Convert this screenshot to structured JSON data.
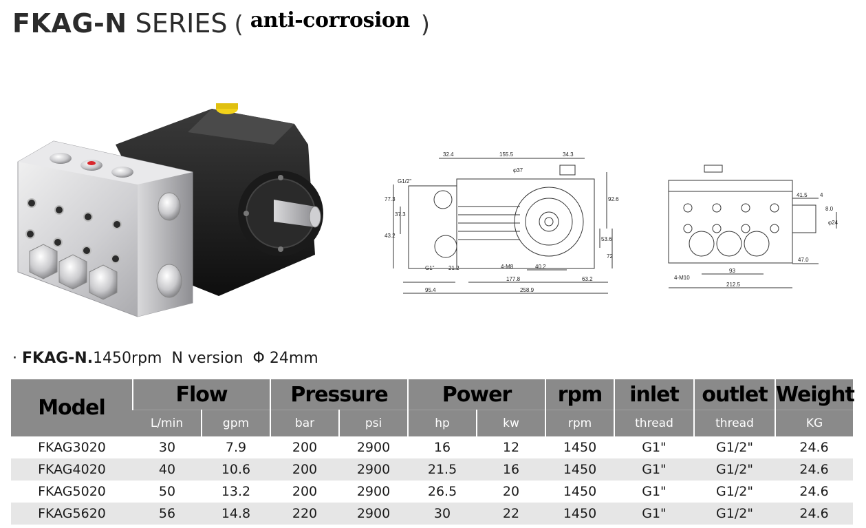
{
  "title": {
    "series_bold": "FKAG-N",
    "series_light": "SERIES",
    "paren_open": "(",
    "variant": "anti-corrosion",
    "paren_close": ")"
  },
  "drawing_side": {
    "dims": [
      "32.4",
      "155.5",
      "34.3",
      "φ37",
      "G1/2\"",
      "77.3",
      "37.3",
      "43.2",
      "92.6",
      "53.6",
      "72",
      "G1\"",
      "21.2",
      "4-M8",
      "40.2",
      "177.8",
      "63.2",
      "95.4",
      "258.9"
    ]
  },
  "drawing_front": {
    "dims": [
      "41.5",
      "4",
      "8.0",
      "φ24",
      "47.0",
      "93",
      "4-M10",
      "212.5"
    ]
  },
  "subheading": {
    "bullet": "·",
    "model": "FKAG-N.",
    "rpm": "1450rpm",
    "version": "N version",
    "shaft": "Φ 24mm"
  },
  "table": {
    "header_groups": [
      "Model",
      "Flow",
      "Pressure",
      "Power",
      "rpm",
      "inlet",
      "outlet",
      "Weight"
    ],
    "units": [
      "L/min",
      "gpm",
      "bar",
      "psi",
      "hp",
      "kw",
      "rpm",
      "thread",
      "thread",
      "KG"
    ],
    "rows": [
      [
        "FKAG3020",
        "30",
        "7.9",
        "200",
        "2900",
        "16",
        "12",
        "1450",
        "G1\"",
        "G1/2\"",
        "24.6"
      ],
      [
        "FKAG4020",
        "40",
        "10.6",
        "200",
        "2900",
        "21.5",
        "16",
        "1450",
        "G1\"",
        "G1/2\"",
        "24.6"
      ],
      [
        "FKAG5020",
        "50",
        "13.2",
        "200",
        "2900",
        "26.5",
        "20",
        "1450",
        "G1\"",
        "G1/2\"",
        "24.6"
      ],
      [
        "FKAG5620",
        "56",
        "14.8",
        "220",
        "2900",
        "30",
        "22",
        "1450",
        "G1\"",
        "G1/2\"",
        "24.6"
      ]
    ]
  },
  "colors": {
    "header_bg": "#8a8a8a",
    "stripe_bg": "#e6e6e6",
    "cap_yellow": "#f2d21a",
    "plug_red": "#d8262c"
  }
}
